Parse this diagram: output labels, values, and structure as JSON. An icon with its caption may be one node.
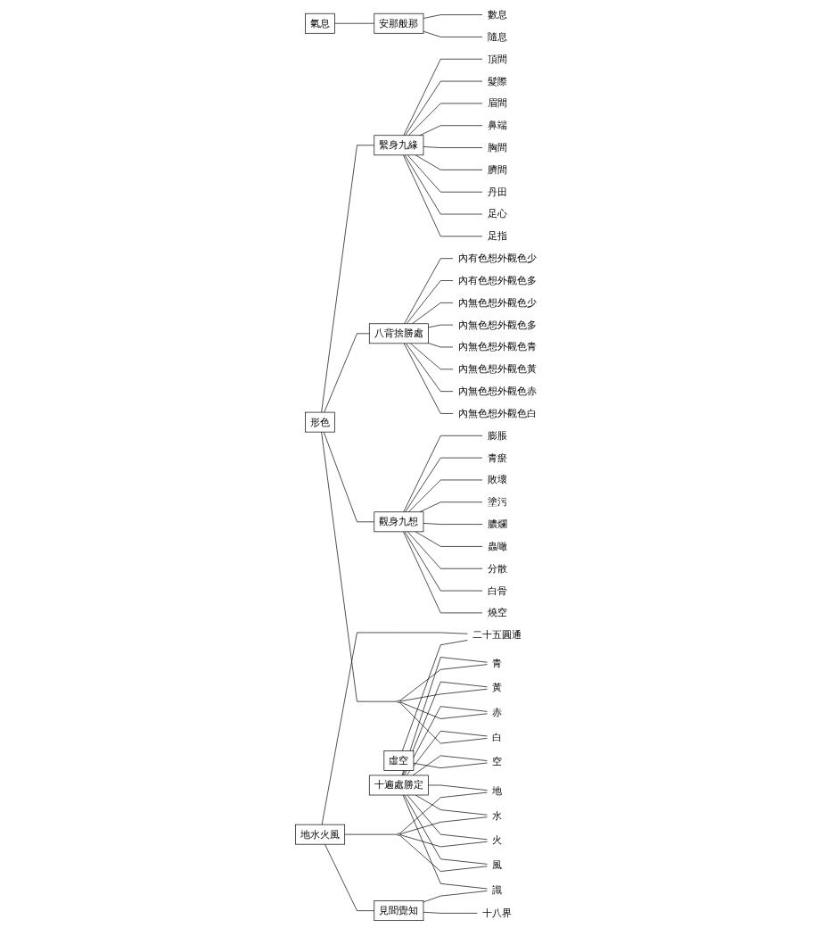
{
  "diagram": {
    "nodes": [
      {
        "text": [
          "氣息"
        ]
      },
      {
        "text": [
          "安那般那"
        ]
      },
      {
        "text": [
          "數息"
        ]
      },
      {
        "text": [
          "隨息"
        ]
      },
      {
        "text": [
          "繫身九緣"
        ]
      },
      {
        "text": [
          "頂間"
        ]
      },
      {
        "text": [
          "髮際"
        ]
      },
      {
        "text": [
          "眉間"
        ]
      },
      {
        "text": [
          "鼻端"
        ]
      },
      {
        "text": [
          "胸間"
        ]
      },
      {
        "text": [
          "臍間"
        ]
      },
      {
        "text": [
          "丹田"
        ]
      },
      {
        "text": [
          "足心"
        ]
      },
      {
        "text": [
          "足指"
        ]
      },
      {
        "text": [
          "形色"
        ]
      },
      {
        "text": [
          "八背捨勝處"
        ]
      },
      {
        "text": [
          "內有色想外觀色少"
        ]
      },
      {
        "text": [
          "內有色想外觀色多"
        ]
      },
      {
        "text": [
          "內無色想外觀色少"
        ]
      },
      {
        "text": [
          "內無色想外觀色多"
        ]
      },
      {
        "text": [
          "內無色想外觀色青"
        ]
      },
      {
        "text": [
          "內無色想外觀色黃"
        ]
      },
      {
        "text": [
          "內無色想外觀色赤"
        ]
      },
      {
        "text": [
          "內無色想外觀色白"
        ]
      },
      {
        "text": [
          "觀身九想"
        ]
      },
      {
        "text": [
          "膨脹"
        ]
      },
      {
        "text": [
          "青瘀"
        ]
      },
      {
        "text": [
          "敗壞"
        ]
      },
      {
        "text": [
          "塗污"
        ]
      },
      {
        "text": [
          "膿爛"
        ]
      },
      {
        "text": [
          "蟲噉"
        ]
      },
      {
        "text": [
          "分散"
        ]
      },
      {
        "text": [
          "白骨"
        ]
      },
      {
        "text": [
          "燒空"
        ]
      },
      {
        "text": [
          "虛空"
        ]
      },
      {
        "text": [
          "地水火風"
        ]
      },
      {
        "text": [],
        "shape": "circle"
      },
      {
        "text": [
          "青"
        ]
      },
      {
        "text": [
          "黃"
        ]
      },
      {
        "text": [
          "赤"
        ]
      },
      {
        "text": [
          "白"
        ]
      },
      {
        "text": [
          "見聞覺知"
        ]
      },
      {
        "text": [
          "二十五圓通"
        ]
      },
      {
        "text": [
          "十遍處勝定"
        ]
      },
      {
        "text": [],
        "shape": "circle"
      },
      {
        "text": [
          "地"
        ]
      },
      {
        "text": [
          "水"
        ]
      },
      {
        "text": [
          "火"
        ]
      },
      {
        "text": [
          "風"
        ]
      },
      {
        "text": [
          "十八界"
        ]
      },
      {
        "text": [
          "空"
        ]
      },
      {
        "text": [
          "識"
        ]
      }
    ],
    "edges": [
      {
        "from": 0,
        "to": 1,
        "arrow": "none"
      },
      {
        "from": 1,
        "to": 2,
        "arrow": "none"
      },
      {
        "from": 1,
        "to": 3,
        "arrow": "none"
      },
      {
        "from": 14,
        "to": 4,
        "arrow": "none"
      },
      {
        "from": 4,
        "to": 5,
        "arrow": "none"
      },
      {
        "from": 4,
        "to": 6,
        "arrow": "none"
      },
      {
        "from": 4,
        "to": 7,
        "arrow": "none"
      },
      {
        "from": 4,
        "to": 8,
        "arrow": "none"
      },
      {
        "from": 4,
        "to": 9,
        "arrow": "none"
      },
      {
        "from": 4,
        "to": 10,
        "arrow": "none"
      },
      {
        "from": 4,
        "to": 11,
        "arrow": "none"
      },
      {
        "from": 4,
        "to": 12,
        "arrow": "none"
      },
      {
        "from": 4,
        "to": 13,
        "arrow": "none"
      },
      {
        "from": 14,
        "to": 15,
        "arrow": "none"
      },
      {
        "from": 15,
        "to": 16,
        "arrow": "none"
      },
      {
        "from": 15,
        "to": 17,
        "arrow": "none"
      },
      {
        "from": 15,
        "to": 18,
        "arrow": "none"
      },
      {
        "from": 15,
        "to": 19,
        "arrow": "none"
      },
      {
        "from": 15,
        "to": 20,
        "arrow": "none"
      },
      {
        "from": 15,
        "to": 21,
        "arrow": "none"
      },
      {
        "from": 15,
        "to": 22,
        "arrow": "none"
      },
      {
        "from": 15,
        "to": 23,
        "arrow": "none"
      },
      {
        "from": 14,
        "to": 24,
        "arrow": "none"
      },
      {
        "from": 24,
        "to": 25,
        "arrow": "none"
      },
      {
        "from": 24,
        "to": 26,
        "arrow": "none"
      },
      {
        "from": 24,
        "to": 27,
        "arrow": "none"
      },
      {
        "from": 24,
        "to": 28,
        "arrow": "none"
      },
      {
        "from": 24,
        "to": 29,
        "arrow": "none"
      },
      {
        "from": 24,
        "to": 30,
        "arrow": "none"
      },
      {
        "from": 24,
        "to": 31,
        "arrow": "none"
      },
      {
        "from": 24,
        "to": 32,
        "arrow": "none"
      },
      {
        "from": 24,
        "to": 33,
        "arrow": "none"
      },
      {
        "from": 14,
        "to": 36,
        "arrow": "none"
      },
      {
        "from": 34,
        "to": 42,
        "arrow": "none"
      },
      {
        "from": 34,
        "to": 50,
        "arrow": "none"
      },
      {
        "from": 35,
        "to": 42,
        "arrow": "none"
      },
      {
        "from": 35,
        "to": 44,
        "arrow": "none"
      },
      {
        "from": 35,
        "to": 41,
        "arrow": "none"
      },
      {
        "from": 41,
        "to": 49,
        "arrow": "none"
      },
      {
        "from": 41,
        "to": 51,
        "arrow": "none"
      },
      {
        "from": 36,
        "to": 37,
        "arrow": "none"
      },
      {
        "from": 36,
        "to": 38,
        "arrow": "none"
      },
      {
        "from": 36,
        "to": 39,
        "arrow": "none"
      },
      {
        "from": 36,
        "to": 40,
        "arrow": "none"
      },
      {
        "from": 44,
        "to": 45,
        "arrow": "none"
      },
      {
        "from": 44,
        "to": 46,
        "arrow": "none"
      },
      {
        "from": 44,
        "to": 47,
        "arrow": "none"
      },
      {
        "from": 44,
        "to": 48,
        "arrow": "none"
      },
      {
        "from": 43,
        "to": 37,
        "arrow": "none"
      },
      {
        "from": 43,
        "to": 38,
        "arrow": "none"
      },
      {
        "from": 43,
        "to": 39,
        "arrow": "none"
      },
      {
        "from": 43,
        "to": 40,
        "arrow": "none"
      },
      {
        "from": 43,
        "to": 45,
        "arrow": "none"
      },
      {
        "from": 43,
        "to": 46,
        "arrow": "none"
      },
      {
        "from": 43,
        "to": 47,
        "arrow": "none"
      },
      {
        "from": 43,
        "to": 48,
        "arrow": "none"
      },
      {
        "from": 43,
        "to": 50,
        "arrow": "none"
      },
      {
        "from": 43,
        "to": 51,
        "arrow": "none"
      }
    ]
  }
}
